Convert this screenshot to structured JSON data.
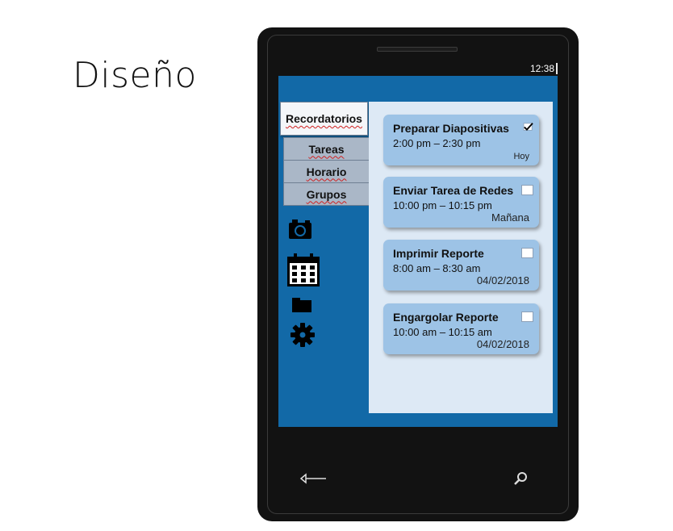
{
  "slide": {
    "title": "Diseño"
  },
  "status_bar": {
    "time": "12:38"
  },
  "tabs": {
    "active": "Recordatorios",
    "items": [
      "Tareas",
      "Horario",
      "Grupos"
    ]
  },
  "side_icons": [
    "camera-icon",
    "calendar-icon",
    "folder-icon",
    "gear-icon"
  ],
  "reminders": [
    {
      "title": "Preparar Diapositivas",
      "time": "2:00 pm – 2:30 pm",
      "date": "Hoy",
      "checked": true
    },
    {
      "title": "Enviar Tarea de Redes",
      "time": "10:00 pm – 10:15 pm",
      "date": "Mañana",
      "checked": false
    },
    {
      "title": "Imprimir Reporte",
      "time": "8:00 am – 8:30 am",
      "date": "04/02/2018",
      "checked": false
    },
    {
      "title": "Engargolar Reporte",
      "time": "10:00 am – 10:15 am",
      "date": "04/02/2018",
      "checked": false
    }
  ],
  "nav_icons": [
    "back-arrow-icon",
    "search-icon"
  ],
  "colors": {
    "screen": "#1269a7",
    "panel": "#dde9f5",
    "card": "#9dc3e6",
    "tab": "#aab7c7",
    "phone": "#121212"
  }
}
